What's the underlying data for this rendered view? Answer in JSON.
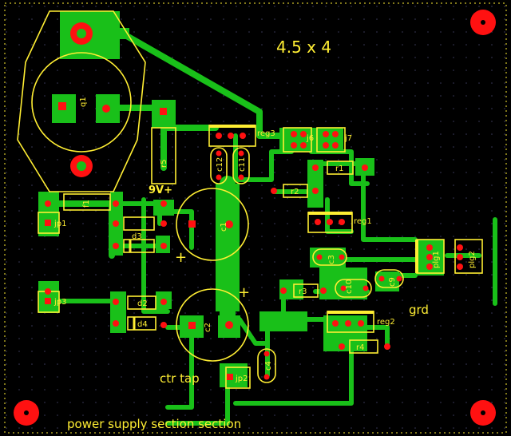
{
  "board": {
    "background": "#000000",
    "copper_color": "#19c019",
    "silk_color": "#ffee33",
    "hole_color": "#ff1111",
    "size_label": "4.5 x 4",
    "footer_label": "power supply section section",
    "net_labels": {
      "v_plus": "9V+",
      "ground": "grd",
      "center_tap": "ctr tap",
      "plus_c1": "+",
      "plus_c2": "+"
    }
  },
  "components": {
    "q1": "q1",
    "r5": "r5",
    "f1": "f1",
    "jp1": "jp1",
    "jp3": "jp3",
    "d3": "d3",
    "d2": "d2",
    "d4": "d4",
    "c1": "c1",
    "c2": "c2",
    "c4": "c4",
    "jp2": "jp2",
    "c12": "c12",
    "c11": "c11",
    "reg3": "reg3",
    "j6": "j6",
    "j7": "j7",
    "r1": "r1",
    "r2": "r2",
    "reg1": "reg1",
    "c3": "c3",
    "c9": "c9",
    "r3": "r3",
    "c10": "c10",
    "reg2": "reg2",
    "r4": "r4",
    "plg1": "plg1",
    "plg2": "plg2"
  }
}
